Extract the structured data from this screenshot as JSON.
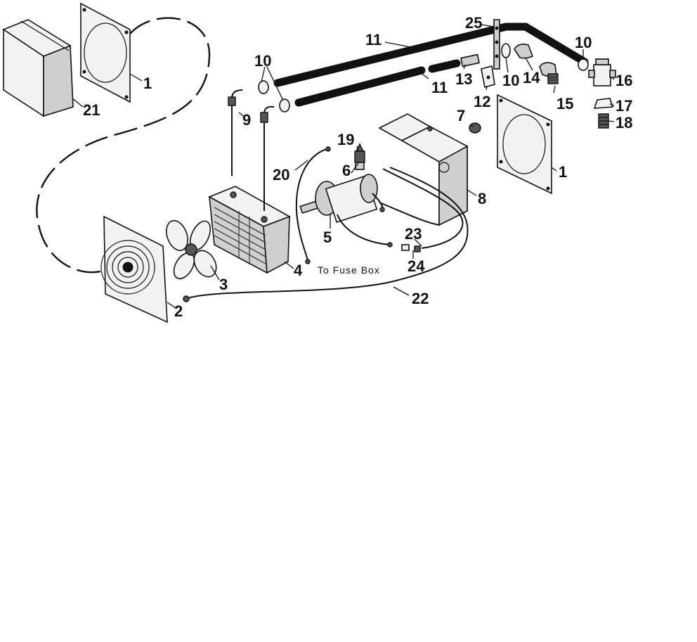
{
  "diagram": {
    "callouts": {
      "c1a": "1",
      "c1b": "1",
      "c2": "2",
      "c3": "3",
      "c4": "4",
      "c5": "5",
      "c6": "6",
      "c7": "7",
      "c8": "8",
      "c9": "9",
      "c10a": "10",
      "c10b": "10",
      "c10c": "10",
      "c11a": "11",
      "c11b": "11",
      "c12": "12",
      "c13": "13",
      "c14": "14",
      "c15": "15",
      "c16": "16",
      "c17": "17",
      "c18": "18",
      "c19": "19",
      "c20": "20",
      "c21": "21",
      "c22": "22",
      "c23": "23",
      "c24": "24",
      "c25": "25"
    },
    "note": "To Fuse Box"
  }
}
